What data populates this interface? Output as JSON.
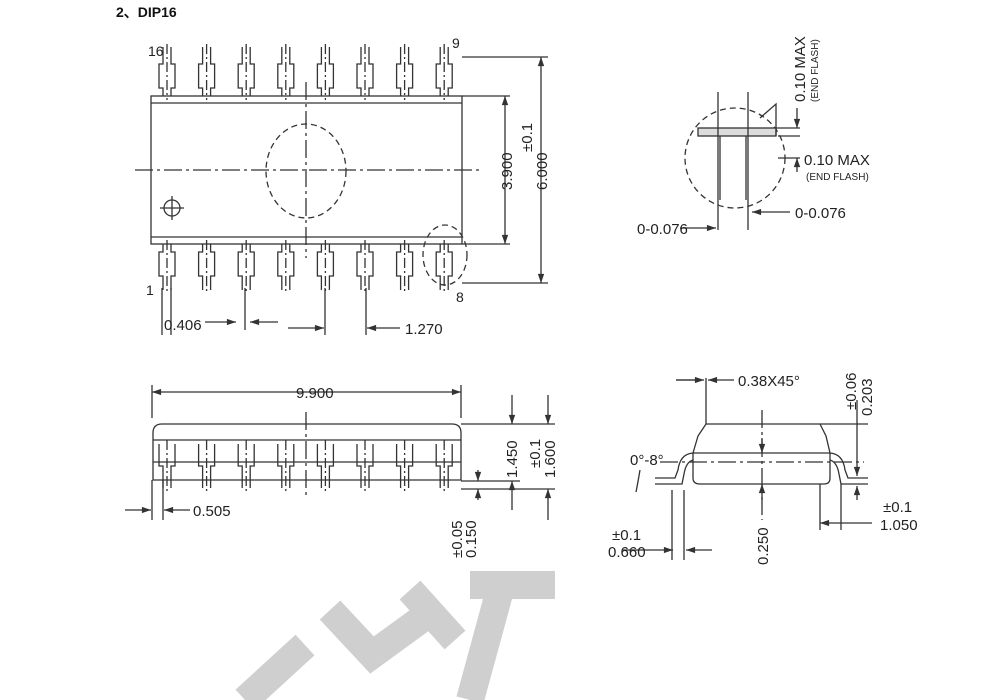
{
  "section_title": "2、DIP16",
  "pin_labels": {
    "top_left": "16",
    "top_right": "9",
    "bottom_left": "1",
    "bottom_right": "8"
  },
  "top_view": {
    "pin_width": "0.406",
    "pin_pitch": "1.270",
    "body_width": "3.900",
    "overall_width": "6.000",
    "overall_tol": "±0.1"
  },
  "detail_a": {
    "flash_top": "0.10 MAX",
    "flash_top_note": "(END FLASH)",
    "flash_side": "0.10 MAX",
    "flash_side_note": "(END FLASH)",
    "gap_left": "0-0.076",
    "gap_right": "0-0.076"
  },
  "side_view": {
    "body_length": "9.900",
    "pin_offset": "0.505",
    "standoff": "0.150",
    "standoff_tol": "±0.05",
    "body_height": "1.450",
    "total_height": "1.600",
    "total_height_tol": "±0.1"
  },
  "end_view": {
    "chamfer": "0.38X45°",
    "lead_thickness": "0.203",
    "lead_thickness_tol": "±0.06",
    "angle": "0°-8°",
    "foot_length": "0.660",
    "foot_length_tol": "±0.1",
    "lead_length": "1.050",
    "lead_length_tol": "±0.1",
    "standoff": "0.250"
  },
  "watermark": "DRAFT",
  "colors": {
    "line": "#333333",
    "watermark": "#c8c8c8"
  }
}
